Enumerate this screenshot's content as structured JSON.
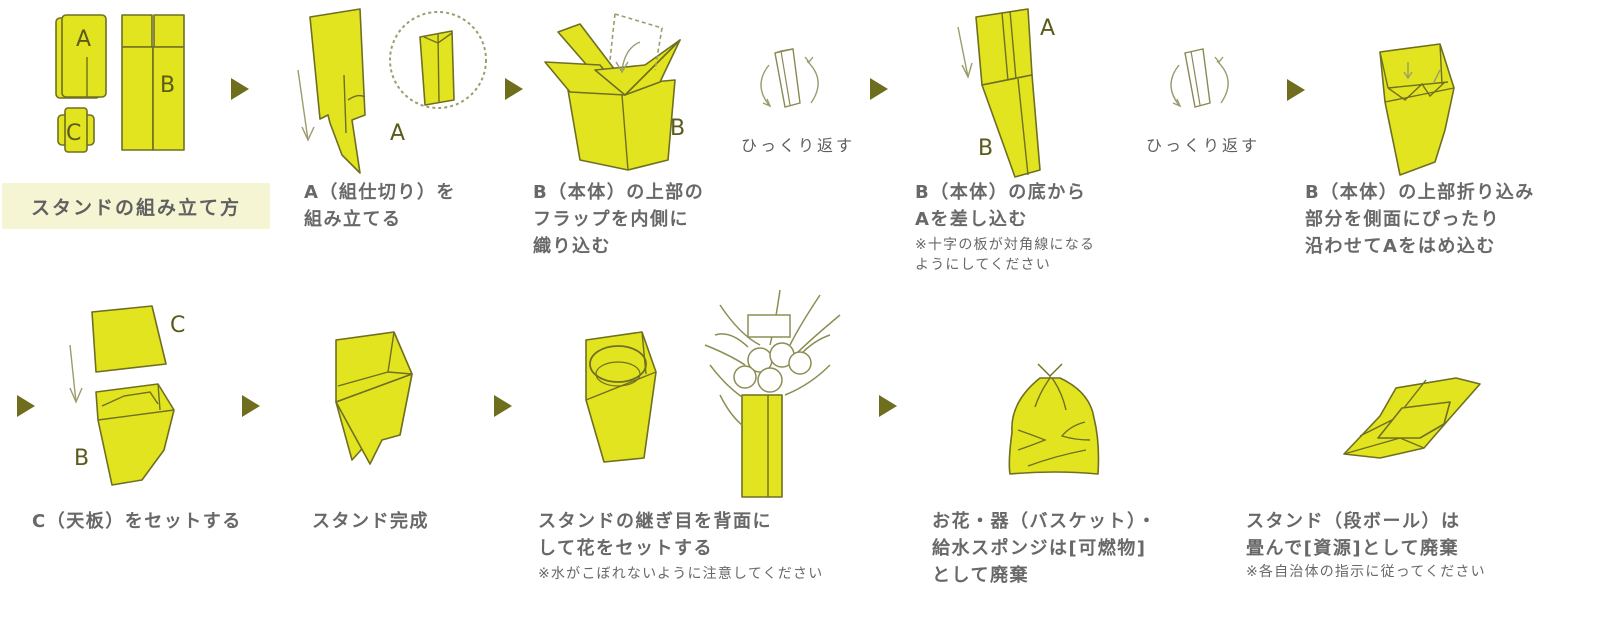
{
  "title": "スタンドの組み立て方",
  "colors": {
    "accent_yellow": "#e2e41f",
    "outline_olive": "#6f6f22",
    "arrow_olive": "#6e6e1e",
    "title_bg": "#f6f5d3",
    "text_gray": "#686868"
  },
  "part_labels": {
    "a": "A",
    "b": "B",
    "c": "C"
  },
  "flip_label": "ひっくり返す",
  "steps": [
    {
      "caption": "A（組仕切り）を\n組み立てる"
    },
    {
      "caption": "B（本体）の上部の\nフラップを内側に\n織り込む"
    },
    {
      "caption": "B（本体）の底から\nAを差し込む",
      "note": "※十字の板が対角線になる\nようにしてください"
    },
    {
      "caption": "B（本体）の上部折り込み\n部分を側面にぴったり\n沿わせてAをはめ込む"
    },
    {
      "caption": "C（天板）をセットする"
    },
    {
      "caption": "スタンド完成"
    },
    {
      "caption": "スタンドの継ぎ目を背面に\nして花をセットする",
      "note": "※水がこぼれないように注意してください"
    },
    {
      "caption": "お花・器（バスケット）・\n給水スポンジは[可燃物]\nとして廃棄"
    },
    {
      "caption": "スタンド（段ボール）は\n畳んで[資源]として廃棄",
      "note": "※各自治体の指示に従ってください"
    }
  ],
  "arrow_icon": "triangle-right"
}
